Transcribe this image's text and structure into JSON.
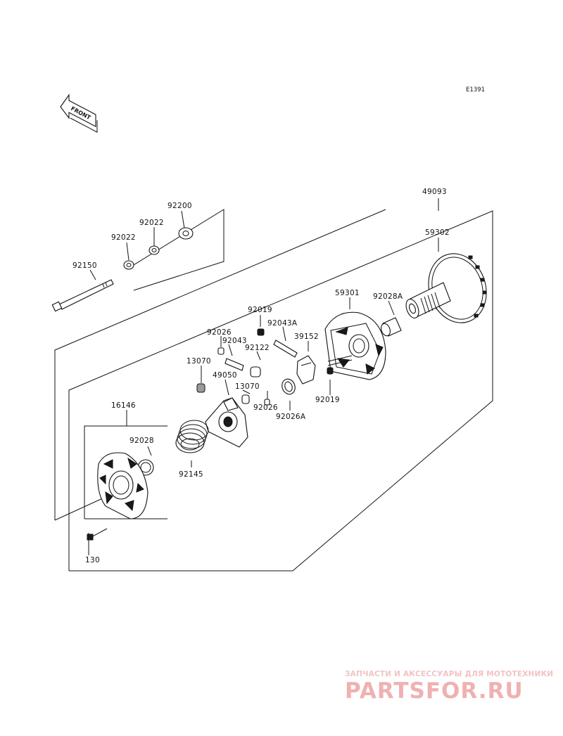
{
  "diagram_code": "E1391",
  "front_label": "FRONT",
  "watermark": {
    "tagline": "ЗАПЧАСТИ И АКСЕССУАРЫ ДЛЯ МОТОТЕХНИКИ",
    "brand": "PARTSFOR.RU",
    "color": "#efb1b1"
  },
  "parts": {
    "p49093": "49093",
    "p59302": "59302",
    "p59301": "59301",
    "p92028A": "92028A",
    "p92200": "92200",
    "p92022a": "92022",
    "p92022b": "92022",
    "p92150": "92150",
    "p92019a": "92019",
    "p92043A": "92043A",
    "p92026a": "92026",
    "p92043": "92043",
    "p92122": "92122",
    "p39152": "39152",
    "p13070a": "13070",
    "p49050": "49050",
    "p13070b": "13070",
    "p92019b": "92019",
    "p92026b": "92026",
    "p92026A": "92026A",
    "p16146": "16146",
    "p92028": "92028",
    "p92145": "92145",
    "p130": "130"
  }
}
